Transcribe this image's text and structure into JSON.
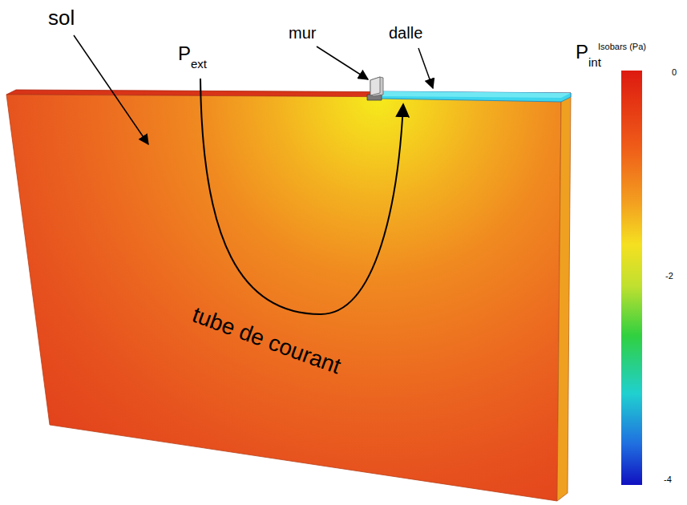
{
  "diagram": {
    "labels": [
      "sol",
      "P",
      "ext",
      "mur",
      "dalle",
      "P",
      "int",
      "tube de courant",
      "Isobars (Pa)",
      "0",
      "-2",
      "-4"
    ]
  }
}
